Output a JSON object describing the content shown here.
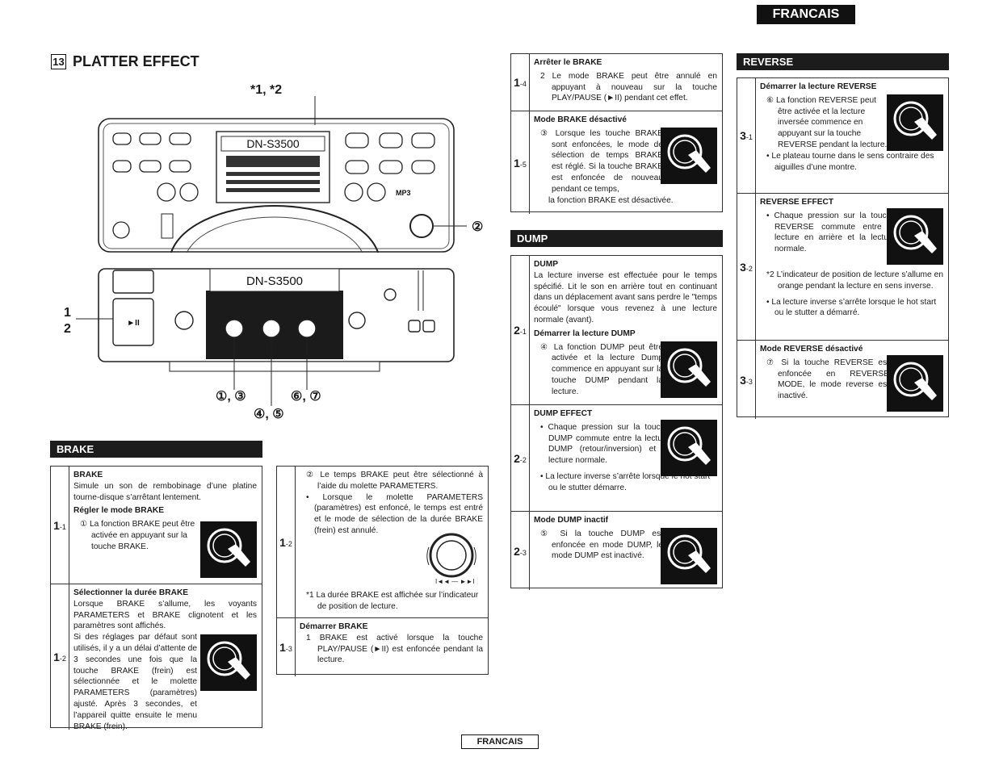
{
  "header": {
    "language_tab": "FRANCAIS",
    "section_number": "13",
    "section_title": "PLATTER EFFECT"
  },
  "diagram": {
    "callout_top": "*1, *2",
    "callout_right": "②",
    "callout_left_1": "1",
    "callout_left_2": "2",
    "callout_bottom_a": "①, ③",
    "callout_bottom_b": "⑥, ⑦",
    "callout_bottom_c": "④, ⑤",
    "display_text": "DN-S3500",
    "platter_text": "DN-S3500",
    "mp3_label": "MP3",
    "play_symbol": "►II"
  },
  "brake": {
    "bar": "BRAKE",
    "r1_label": "1",
    "r1_sub": "-1",
    "r1_h1": "BRAKE",
    "r1_t1": "Simule un son de rembobinage d’une platine tourne-disque s’arrêtant lentement.",
    "r1_h2": "Régler le mode BRAKE",
    "r1_t2": "① La fonction BRAKE peut être activée en appuyant sur la touche BRAKE.",
    "r2_label": "1",
    "r2_sub": "-2",
    "r2_h1": "Sélectionner la durée BRAKE",
    "r2_t1": "Lorsque BRAKE s’allume, les voyants PARAMETERS et BRAKE clignotent et les paramètres sont affichés.",
    "r2_t2": "Si des réglages par défaut sont utilisés, il y a un délai d’attente de 3 secondes une fois que la touche BRAKE (frein) est sélectionnée et le molette PARAMETERS (paramètres) ajusté. Après 3 secondes, et l’appareil quitte ensuite le menu BRAKE (frein).",
    "c_label": "1",
    "c_sub": "-2",
    "c_t1": "② Le temps BRAKE peut être sélectionné à l’aide du molette PARAMETERS.",
    "c_t2": "• Lorsque le molette PARAMETERS (paramètres) est enfoncé, le temps est entré et le mode de sélection de la durée BRAKE (frein) est annulé.",
    "c_knob_label": "I◄◄ — ►►I",
    "c_note": "*1 La durée BRAKE est affichée sur l’indicateur de position de lecture.",
    "d_label": "1",
    "d_sub": "-3",
    "d_h": "Démarrer BRAKE",
    "d_t": "1 BRAKE est activé lorsque la touche PLAY/PAUSE (►II) est enfoncée pendant la lecture."
  },
  "col3": {
    "a_label": "1",
    "a_sub": "-4",
    "a_h": "Arrêter le BRAKE",
    "a_t": "2 Le mode BRAKE peut être annulé en appuyant à nouveau sur la touche PLAY/PAUSE (►II) pendant cet effet.",
    "b_label": "1",
    "b_sub": "-5",
    "b_h": "Mode BRAKE désactivé",
    "b_t1": "③ Lorsque les touche BRAKE sont enfoncées, le mode de sélection de temps BRAKE est réglé. Si la touche BRAKE est enfoncée de nouveau pendant ce temps,",
    "b_t2": "la fonction BRAKE est désactivée.",
    "dump_bar": "DUMP",
    "d1_label": "2",
    "d1_sub": "-1",
    "d1_h1": "DUMP",
    "d1_t1": "La lecture inverse est effectuée pour le temps spécifié. Lit le son en arrière tout en continuant dans un déplacement avant sans perdre le \"temps écoulé\" lorsque vous revenez à une lecture normale (avant).",
    "d1_h2": "Démarrer la lecture DUMP",
    "d1_t2": "④ La fonction DUMP peut être activée et la lecture Dump commence en appuyant sur la touche DUMP pendant la lecture.",
    "d2_label": "2",
    "d2_sub": "-2",
    "d2_h": "DUMP EFFECT",
    "d2_t1": "• Chaque pression sur la touche DUMP commute entre la lecture DUMP (retour/inversion) et la lecture normale.",
    "d2_t2": "• La lecture inverse s’arrête lorsque le hot start ou le stutter démarre.",
    "d3_label": "2",
    "d3_sub": "-3",
    "d3_h": "Mode DUMP inactif",
    "d3_t": "⑤ Si la touche DUMP est enfoncée en mode DUMP, le mode DUMP est inactivé."
  },
  "reverse": {
    "bar": "REVERSE",
    "r1_label": "3",
    "r1_sub": "-1",
    "r1_h": "Démarrer la lecture REVERSE",
    "r1_t1": "⑥ La fonction REVERSE peut être activée et la lecture inversée commence en appuyant sur la touche REVERSE pendant la lecture.",
    "r1_t2": "• Le plateau tourne dans le sens contraire des aiguilles d’une montre.",
    "r2_label": "3",
    "r2_sub": "-2",
    "r2_h": "REVERSE EFFECT",
    "r2_t1": "• Chaque pression sur la touche REVERSE commute entre la lecture en arrière et la lecture normale.",
    "r2_t2": "*2 L’indicateur de position de lecture s’allume en orange pendant la lecture en sens inverse.",
    "r2_t3": "• La lecture inverse s’arrête lorsque le hot start ou le stutter a démarré.",
    "r3_label": "3",
    "r3_sub": "-3",
    "r3_h": "Mode REVERSE désactivé",
    "r3_t": "⑦ Si la touche REVERSE est enfoncée en REVERSE MODE, le mode reverse est inactivé."
  },
  "footer": {
    "label": "FRANCAIS"
  }
}
